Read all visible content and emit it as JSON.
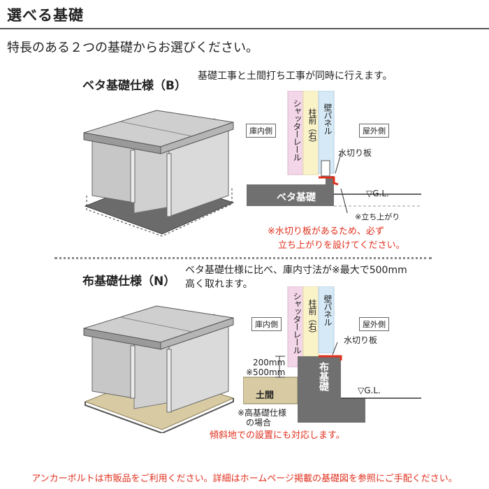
{
  "header": {
    "title": "選べる基礎",
    "intro": "特長のある２つの基礎からお選びください。"
  },
  "beta": {
    "label": "ベタ基礎仕様（B）",
    "desc": "基礎工事と土間打ち工事が同時に行えます。",
    "indoor": "庫内側",
    "outdoor": "屋外側",
    "col_shutter": "シャッターレール",
    "col_pillar": "柱前（右）",
    "col_wall": "壁パネル",
    "drip": "水切り板",
    "gl": "▽G.L.",
    "foundation": "ベタ基礎",
    "rise": "※立ち上がり",
    "note_line1": "※水切り板があるため、必ず",
    "note_line2": "立ち上がりを設けてください。"
  },
  "nuno": {
    "label": "布基礎仕様（N）",
    "desc_line1": "ベタ基礎仕様に比べ、庫内寸法が※最大で500mm",
    "desc_line2": "高く取れます。",
    "indoor": "庫内側",
    "outdoor": "屋外側",
    "col_shutter": "シャッターレール",
    "col_pillar": "柱前（右）",
    "col_wall": "壁パネル",
    "drip": "水切り板",
    "gl": "▽G.L.",
    "foundation": "布基礎",
    "dim1": "200mm",
    "dim2": "※500mm",
    "doma": "土間",
    "high_note_line1": "※高基礎仕様",
    "high_note_line2": "の場合",
    "slope_note": "傾斜地での設置にも対応します。"
  },
  "footer": {
    "text": "アンカーボルトは市販品をご利用ください。詳細はホームページ掲載の基礎図を参照にご手配ください。"
  },
  "colors": {
    "shutter": "#f3d6e8",
    "pillar": "#fbf3c8",
    "wall": "#d6e9f7",
    "concrete": "#7a7a7a",
    "red": "#e0301e",
    "doma": "#d8cba4"
  }
}
